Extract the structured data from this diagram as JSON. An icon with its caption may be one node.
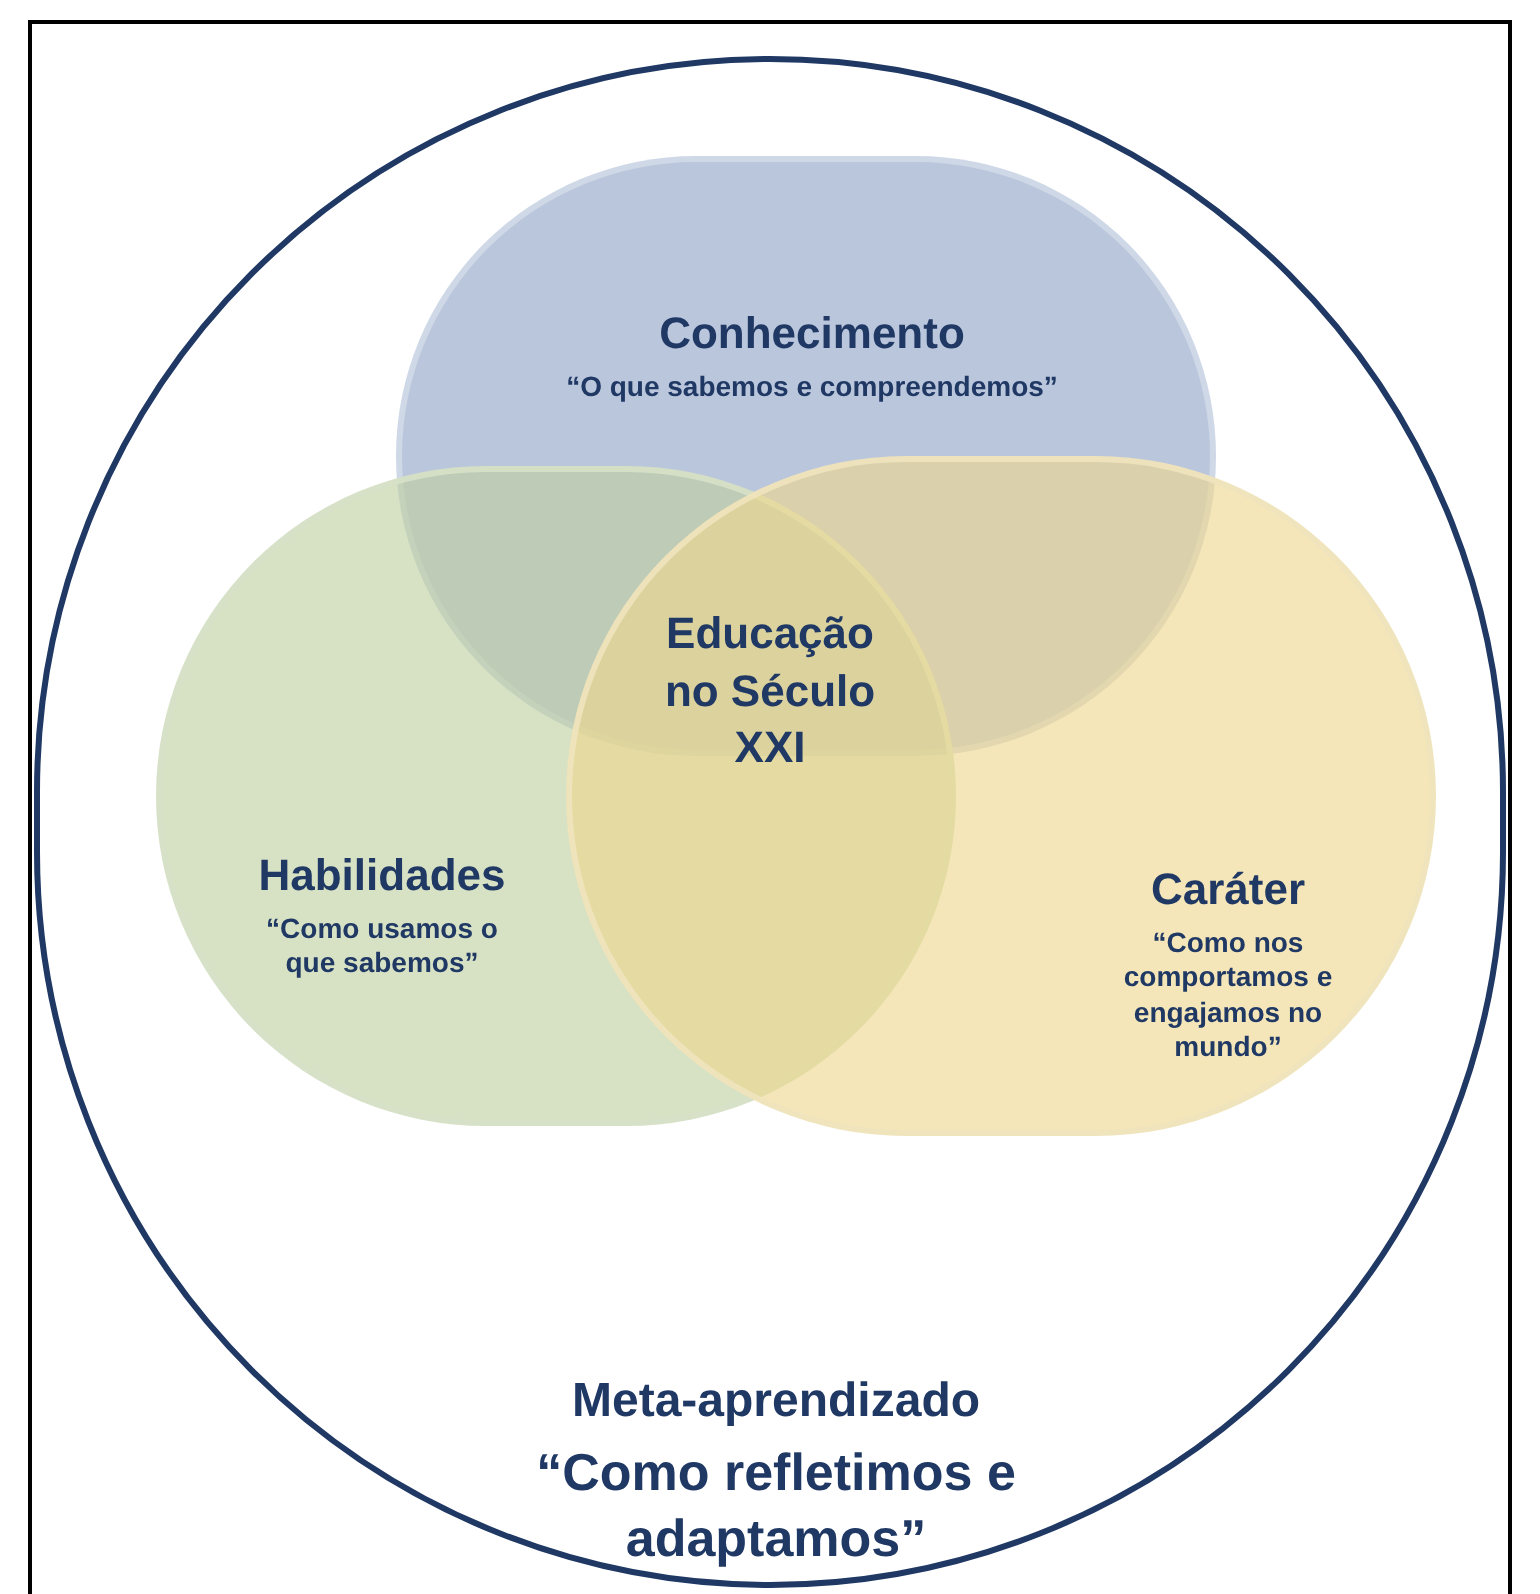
{
  "diagram": {
    "nodes": [
      {
        "text": [
          "Meta-aprendizado",
          "“Como refletimos e adaptamos”"
        ]
      },
      {
        "text": [
          "Conhecimento",
          "“O que sabemos e compreendemos”"
        ],
        "in": 0
      },
      {
        "text": [
          "Habilidades",
          "“Como usamos o que sabemos”"
        ],
        "in": 0
      },
      {
        "text": [
          "Caráter",
          "“Como nos comportamos e engajamos no mundo”"
        ],
        "in": 0
      }
    ],
    "labels": [
      "Educação no Século XXI"
    ]
  }
}
